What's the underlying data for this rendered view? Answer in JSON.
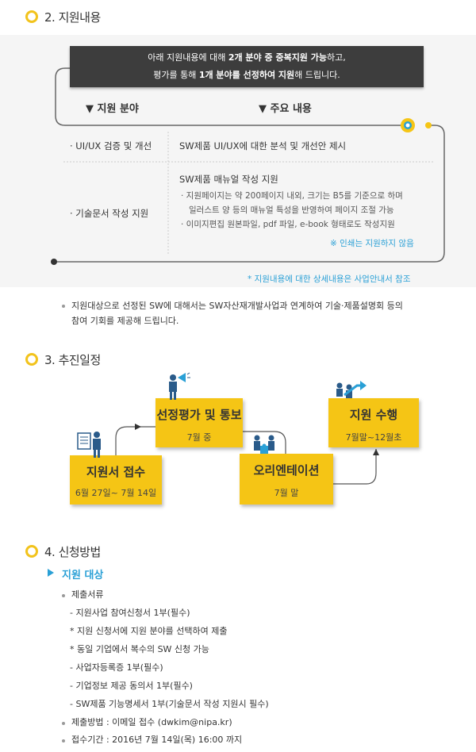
{
  "sections": {
    "s2": "2. 지원내용",
    "s3": "3. 추진일정",
    "s4": "4. 신청방법"
  },
  "notice": {
    "line1_pre": "아래 지원내용에 대해 ",
    "line1_bold": "2개 분야 중 중복지원 가능",
    "line1_post": "하고,",
    "line2_pre": "평가를 통해 ",
    "line2_bold": "1개 분야를 선정하여 지원",
    "line2_post": "해 드립니다."
  },
  "table": {
    "head_field": "▼ 지원 분야",
    "head_content": "▼ 주요 내용",
    "row1_field": "· UI/UX 검증 및 개선",
    "row1_content": "SW제품 UI/UX에 대한 분석 및 개선안 제시",
    "row2_field": "· 기술문서 작성 지원",
    "row2_title": "SW제품 매뉴얼 작성 지원",
    "row2_l1": "· 지원페이지는 약 200페이지 내외, 크기는 B5를 기준으로 하며",
    "row2_l2": "일러스트 양 등의 매뉴얼 특성을 반영하여 페이지 조절 가능",
    "row2_l3": "· 이미지편집 원본파일, pdf 파일, e-book 형태로도 작성지원",
    "row2_note": "※ 인쇄는 지원하지 않음"
  },
  "detail_note": "* 지원내용에 대한 상세내용은 사업안내서 참조",
  "para": {
    "line1": "지원대상으로 선정된 SW에 대해서는 SW자산재개발사업과 연계하여 기술·제품설명회 등의",
    "line2": "참여 기회를 제공해 드립니다."
  },
  "schedule": {
    "step1": {
      "title": "지원서 접수",
      "date": "6월 27일~ 7월 14일"
    },
    "step2": {
      "title": "선정평가 및 통보",
      "date": "7월 중"
    },
    "step3": {
      "title": "오리엔테이션",
      "date": "7월 말"
    },
    "step4": {
      "title": "지원 수행",
      "date": "7월말~12월초"
    }
  },
  "apply": {
    "target": "지원 대상",
    "docs_label": "제출서류",
    "docs": [
      "- 지원사업 참여신청서 1부(필수)",
      "* 지원 신청서에 지원 분야를 선택하여 제출",
      "* 동일 기업에서 복수의 SW 신청 가능",
      "- 사업자등록증 1부(필수)",
      "- 기업정보 제공 동의서 1부(필수)",
      "- SW제품 기능명세서 1부(기술문서 작성 지원시 필수)"
    ],
    "method": "제출방법 : 이메일 접수 (dwkim@nipa.kr)",
    "period": "접수기간 : 2016년 7월 14일(목) 16:00 까지"
  },
  "colors": {
    "accent_yellow": "#f5c515",
    "accent_blue": "#2aa0d6",
    "notice_bg": "#3d3d3d"
  }
}
